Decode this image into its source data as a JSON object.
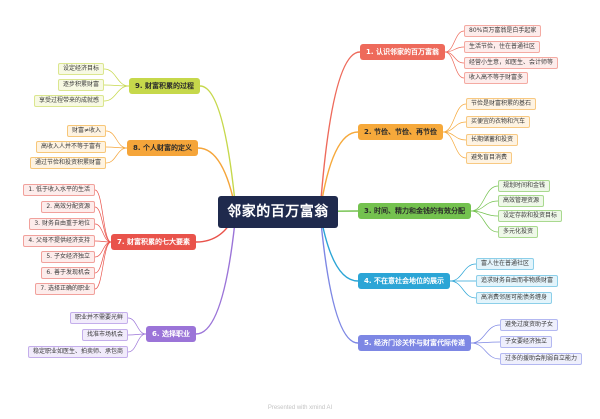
{
  "central_topic": {
    "label": "邻家的百万富翁",
    "fill": "#1f2a4d",
    "text_color": "#ffffff"
  },
  "branches": [
    {
      "label": "1. 认识邻家的百万富翁",
      "color": "#ee6a5b",
      "text_color": "#ffffff",
      "child_fill": "#fdeceb",
      "child_border": "#f4aaa2",
      "children": [
        "80%百万富翁是白手起家",
        "生活节俭，住在普通社区",
        "经营小生意，如医生、会计师等",
        "收入高不等于财富多"
      ]
    },
    {
      "label": "2. 节俭、节俭、再节俭",
      "color": "#f6a93b",
      "text_color": "#2b2b2b",
      "child_fill": "#fef3e2",
      "child_border": "#f8c982",
      "children": [
        "节俭是财富积累的基石",
        "买便宜的衣物和汽车",
        "长期储蓄和投资",
        "避免盲目消费"
      ]
    },
    {
      "label": "3. 时间、精力和金钱的有效分配",
      "color": "#74c24f",
      "text_color": "#2b2b2b",
      "child_fill": "#eef8e8",
      "child_border": "#a9d98f",
      "children": [
        "规划时间和金钱",
        "高效管理资源",
        "设定存款和投资目标",
        "多元化投资"
      ]
    },
    {
      "label": "4. 不在意社会地位的展示",
      "color": "#2ba5d6",
      "text_color": "#ffffff",
      "child_fill": "#e3f4fb",
      "child_border": "#8ccfe9",
      "children": [
        "富人住在普通社区",
        "追求财务自由而非物质财富",
        "高消费邻居可能债务缠身"
      ]
    },
    {
      "label": "5. 经济门诊关怀与财富代际传递",
      "color": "#7d87e4",
      "text_color": "#ffffff",
      "child_fill": "#eeeffc",
      "child_border": "#b3b8f1",
      "children": [
        "避免过度资助子女",
        "子女要经济独立",
        "过多的援助会削弱自立能力"
      ]
    },
    {
      "label": "6. 选择职业",
      "color": "#9b74d8",
      "text_color": "#ffffff",
      "child_fill": "#f1ebfb",
      "child_border": "#c4aeeb",
      "children": [
        "职业并不需要光鲜",
        "找准市场机会",
        "稳定职业如医生、拍卖师、承包商"
      ]
    },
    {
      "label": "7. 财富积累的七大要素",
      "color": "#e9534b",
      "text_color": "#ffffff",
      "child_fill": "#fdeceb",
      "child_border": "#f1a19c",
      "children": [
        "1. 低于收入水平的生活",
        "2. 高效分配资源",
        "3. 财务自由重于地位",
        "4. 父母不提供经济支持",
        "5. 子女经济独立",
        "6. 善于发现机会",
        "7. 选择正确的职业"
      ]
    },
    {
      "label": "8. 个人财富的定义",
      "color": "#f5a53a",
      "text_color": "#2b2b2b",
      "child_fill": "#fef3e1",
      "child_border": "#f7c779",
      "children": [
        "财富≠收入",
        "高收入人并不等于富有",
        "通过节俭和投资积累财富"
      ]
    },
    {
      "label": "9. 财富积累的过程",
      "color": "#c6d84b",
      "text_color": "#2b2b2b",
      "child_fill": "#f7f9e3",
      "child_border": "#dbe68f",
      "children": [
        "设定经济目标",
        "逐步积累财富",
        "享受过程带来的成就感"
      ]
    }
  ],
  "footer": "Presented with xmind AI"
}
